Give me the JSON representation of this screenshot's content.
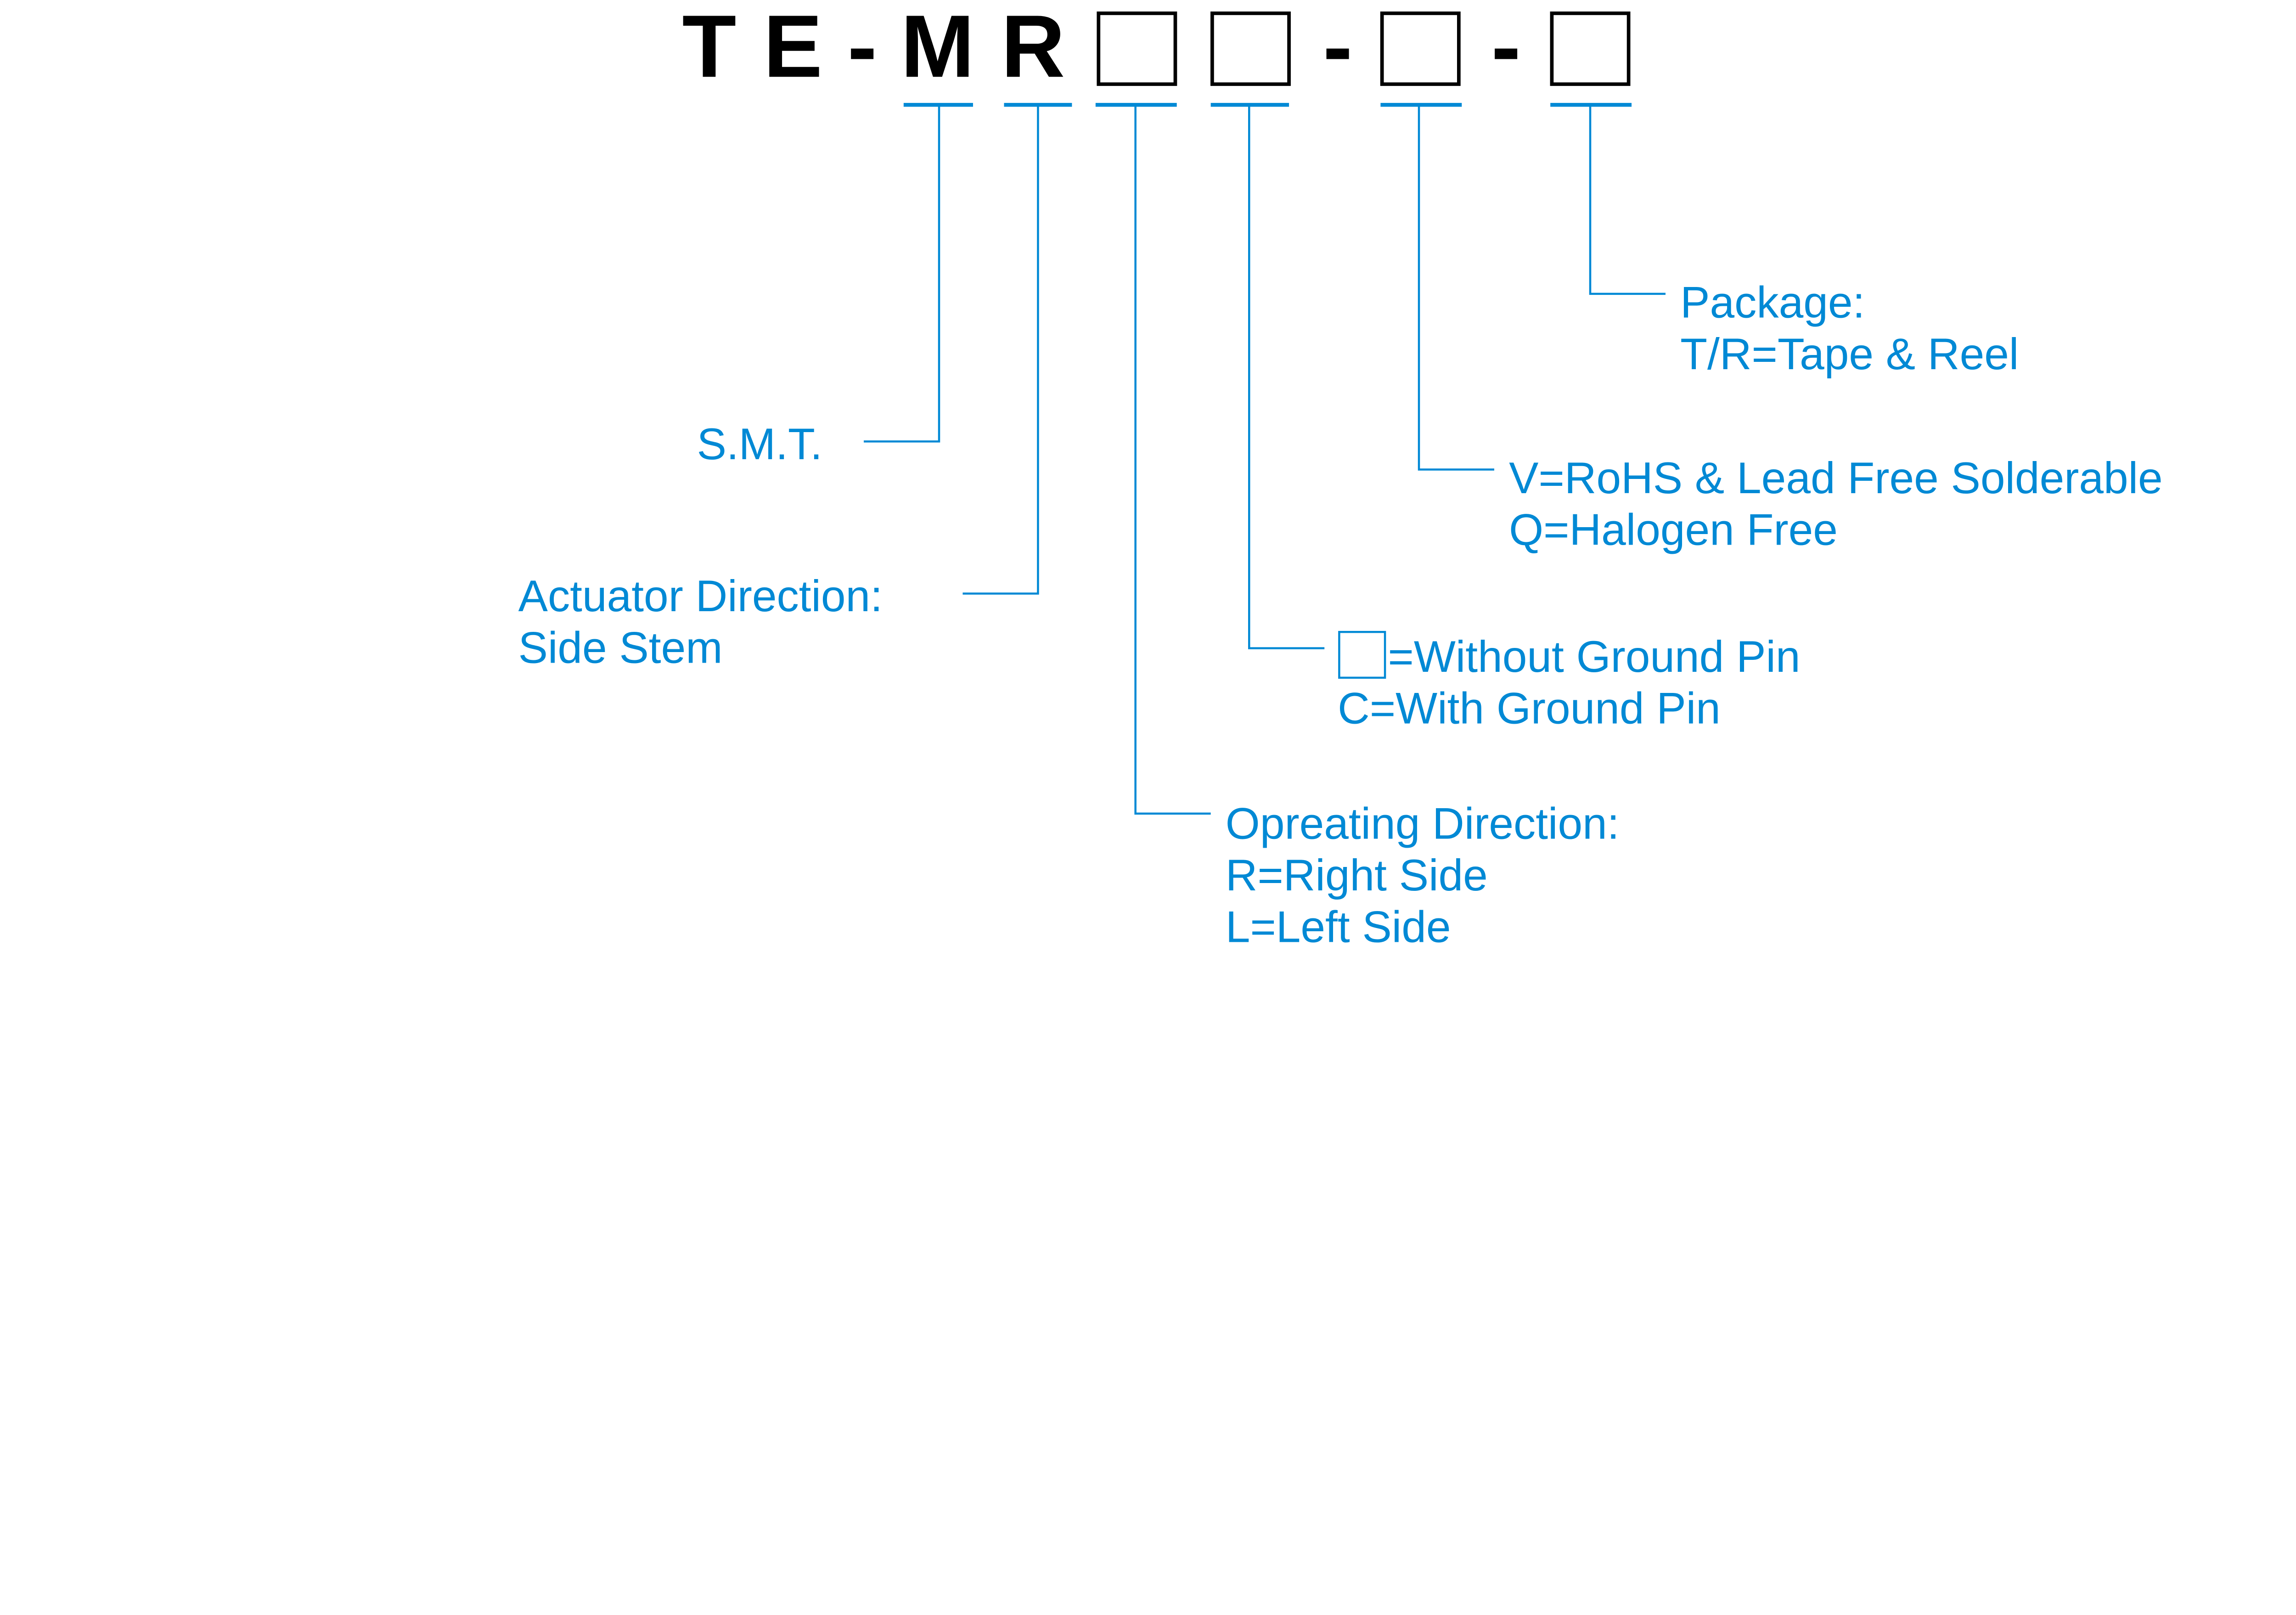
{
  "part_code": {
    "chars": [
      "T",
      "E",
      "-",
      "M",
      "R",
      "-",
      "-"
    ],
    "placeholder_boxes": 4
  },
  "labels": {
    "smt": "S.M.T.",
    "actuator": {
      "title": "Actuator Direction:",
      "line1": "Side Stem"
    },
    "operating": {
      "title": "Opreating Direction:",
      "line1": "R=Right Side",
      "line2": "L=Left Side"
    },
    "ground_pin": {
      "line1": "=Without Ground Pin",
      "line2": "C=With Ground Pin"
    },
    "rohs": {
      "line1": "V=RoHS & Lead Free Solderable",
      "line2": "Q=Halogen Free"
    },
    "package": {
      "title": "Package:",
      "line1": "T/R=Tape & Reel"
    }
  },
  "colors": {
    "accent": "#0089d5",
    "code": "#000000"
  }
}
